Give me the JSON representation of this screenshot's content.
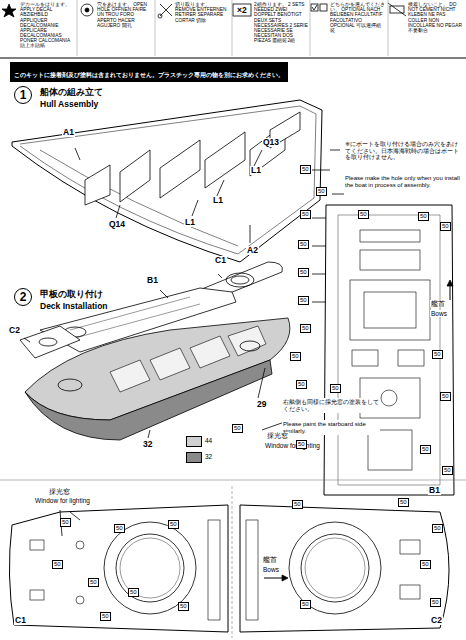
{
  "diagram": {
    "nodes": [
      {
        "text": [
          "このキットに接着剤及び塗料は含まれておりません。プラスチック専用の物を別にお求めください。"
        ]
      }
    ],
    "labels": [
      "デカールをはります。 APPLY DECAL ABZIEHBILD APPLIQUER DECALCOMANIE APPLICARE DECALCOMANIAS PONER CALCOMANIA 貼上水貼紙",
      "穴をあけます。 OPEN HOLE ÖFFNEN FAIRE UN TROU FORO APERTO HACER AGUJERO 開孔",
      "切り取ります。 REMOVE ENTFERNEN RETIRER SEPARARE CORTAR 切除",
      "2組作ります。 2 SETS NEEDED ZWEI DOPPELT BENÖTIGT DEUX SETS NECESSAIRES 2 SERIE NECESSARIE SE NECESITAN DOS PIEZAS 需組裝2組",
      "×2",
      "どちらかを選んでください。 OPTIONAL NACH BELIEBEN FACULTATIF FACOLTATIVO OPCIONAL 可以選擇組裝",
      "接着しないこと。 DO NOT CEMENT NICHT KLEBEN NE PAS COLLER NON INCOLLARE NO PEGAR 不要黏合",
      "1",
      "船体の組み立て",
      "Hull Assembly",
      "A1",
      "Q13",
      "L1",
      "L1",
      "L1",
      "Q14",
      "A2",
      "※にボートを取り付ける場合のみ穴をあけてください。日本海海戦時の場合はボートを取り付けません。",
      "Please make the hole only when you install the boat in process of assembly.",
      "C1",
      "2",
      "甲板の取り付け",
      "Deck Installation",
      "B1",
      "C2",
      "29",
      "32",
      "艦首",
      "Bows",
      "右舷側も同様に採光窓の塗装をしてください。",
      "Please paint the starboard side similarly.",
      "採光窓",
      "Window for lighting",
      "B1",
      "採光窓",
      "Window for lighting",
      "艦首",
      "Bows",
      "C1",
      "C2",
      "50",
      "50",
      "50",
      "50",
      "50",
      "50",
      "50",
      "50",
      "50",
      "50",
      "50",
      "50",
      "50",
      "50",
      "50",
      "50",
      "50",
      "50",
      "50",
      "50",
      "50",
      "50",
      "50",
      "50",
      "50",
      "50",
      "50",
      "50",
      "50",
      "50",
      "50",
      "50",
      "50"
    ],
    "legend": [
      {
        "text": "44",
        "color": "#d0d0d0"
      },
      {
        "text": "32",
        "color": "#8a8a8a"
      }
    ]
  }
}
